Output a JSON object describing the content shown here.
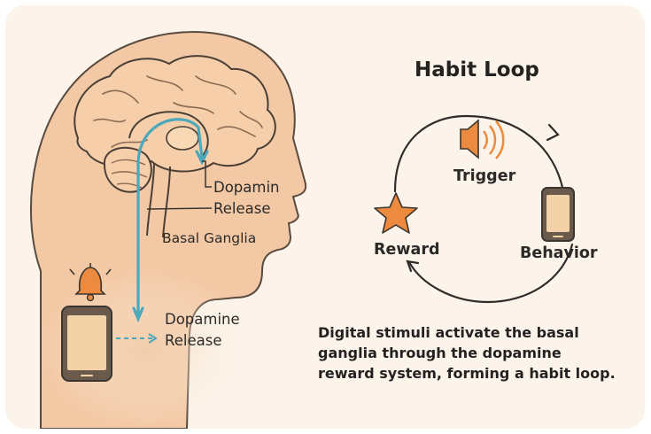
{
  "diagram": {
    "title": "Habit Loop",
    "loop_labels": {
      "trigger": "Trigger",
      "reward": "Reward",
      "behavior": "Behavior"
    },
    "brain_labels": {
      "dopamine_top_line1": "Dopamin",
      "dopamine_top_line2": "Release",
      "basal_ganglia": "Basal Ganglia",
      "dopamine_bottom_line1": "Dopamine",
      "dopamine_bottom_line2": "Release"
    },
    "caption_lines": [
      "Digital stimuli activate the basal",
      "ganglia through the dopamine",
      "reward system, forming a habit loop."
    ],
    "icons": [
      "speaker-icon",
      "star-icon",
      "smartphone-icon",
      "bell-icon"
    ],
    "colors": {
      "background": "#fcf4ea",
      "skin": "#f3c9a5",
      "brain": "#f6cfaa",
      "outline": "#3b3530",
      "pathway": "#4ba8bd",
      "accent_orange": "#ec8a3f",
      "phone_screen": "#f3d2a8"
    }
  }
}
